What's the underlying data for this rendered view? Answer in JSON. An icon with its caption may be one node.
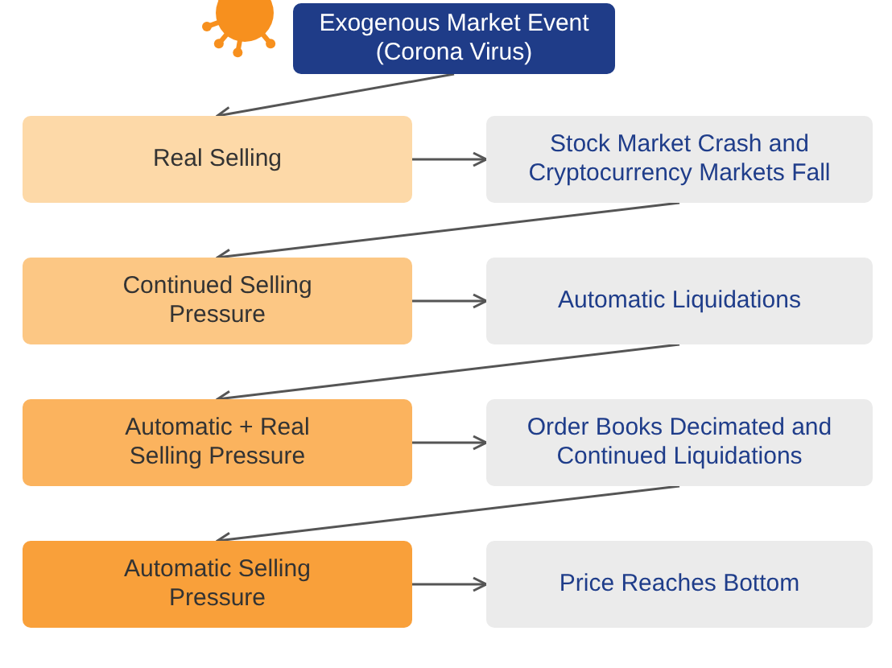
{
  "diagram": {
    "nodes": [
      {
        "text": [
          "Exogenous Market Event (Corona Virus)"
        ]
      },
      {
        "text": [
          "Real Selling"
        ]
      },
      {
        "text": [
          "Stock Market Crash and Cryptocurrency Markets Fall"
        ]
      },
      {
        "text": [
          "Continued Selling Pressure"
        ]
      },
      {
        "text": [
          "Automatic Liquidations"
        ]
      },
      {
        "text": [
          "Automatic + Real Selling Pressure"
        ]
      },
      {
        "text": [
          "Order Books Decimated and Continued Liquidations"
        ]
      },
      {
        "text": [
          "Automatic Selling Pressure"
        ]
      },
      {
        "text": [
          "Price Reaches Bottom"
        ]
      }
    ],
    "edges": [
      {
        "from": 0,
        "to": 1,
        "arrow": "to"
      },
      {
        "from": 1,
        "to": 2,
        "arrow": "to"
      },
      {
        "from": 2,
        "to": 3,
        "arrow": "to"
      },
      {
        "from": 3,
        "to": 4,
        "arrow": "to"
      },
      {
        "from": 4,
        "to": 5,
        "arrow": "to"
      },
      {
        "from": 5,
        "to": 6,
        "arrow": "to"
      },
      {
        "from": 6,
        "to": 7,
        "arrow": "to"
      },
      {
        "from": 7,
        "to": 8,
        "arrow": "to"
      }
    ]
  }
}
